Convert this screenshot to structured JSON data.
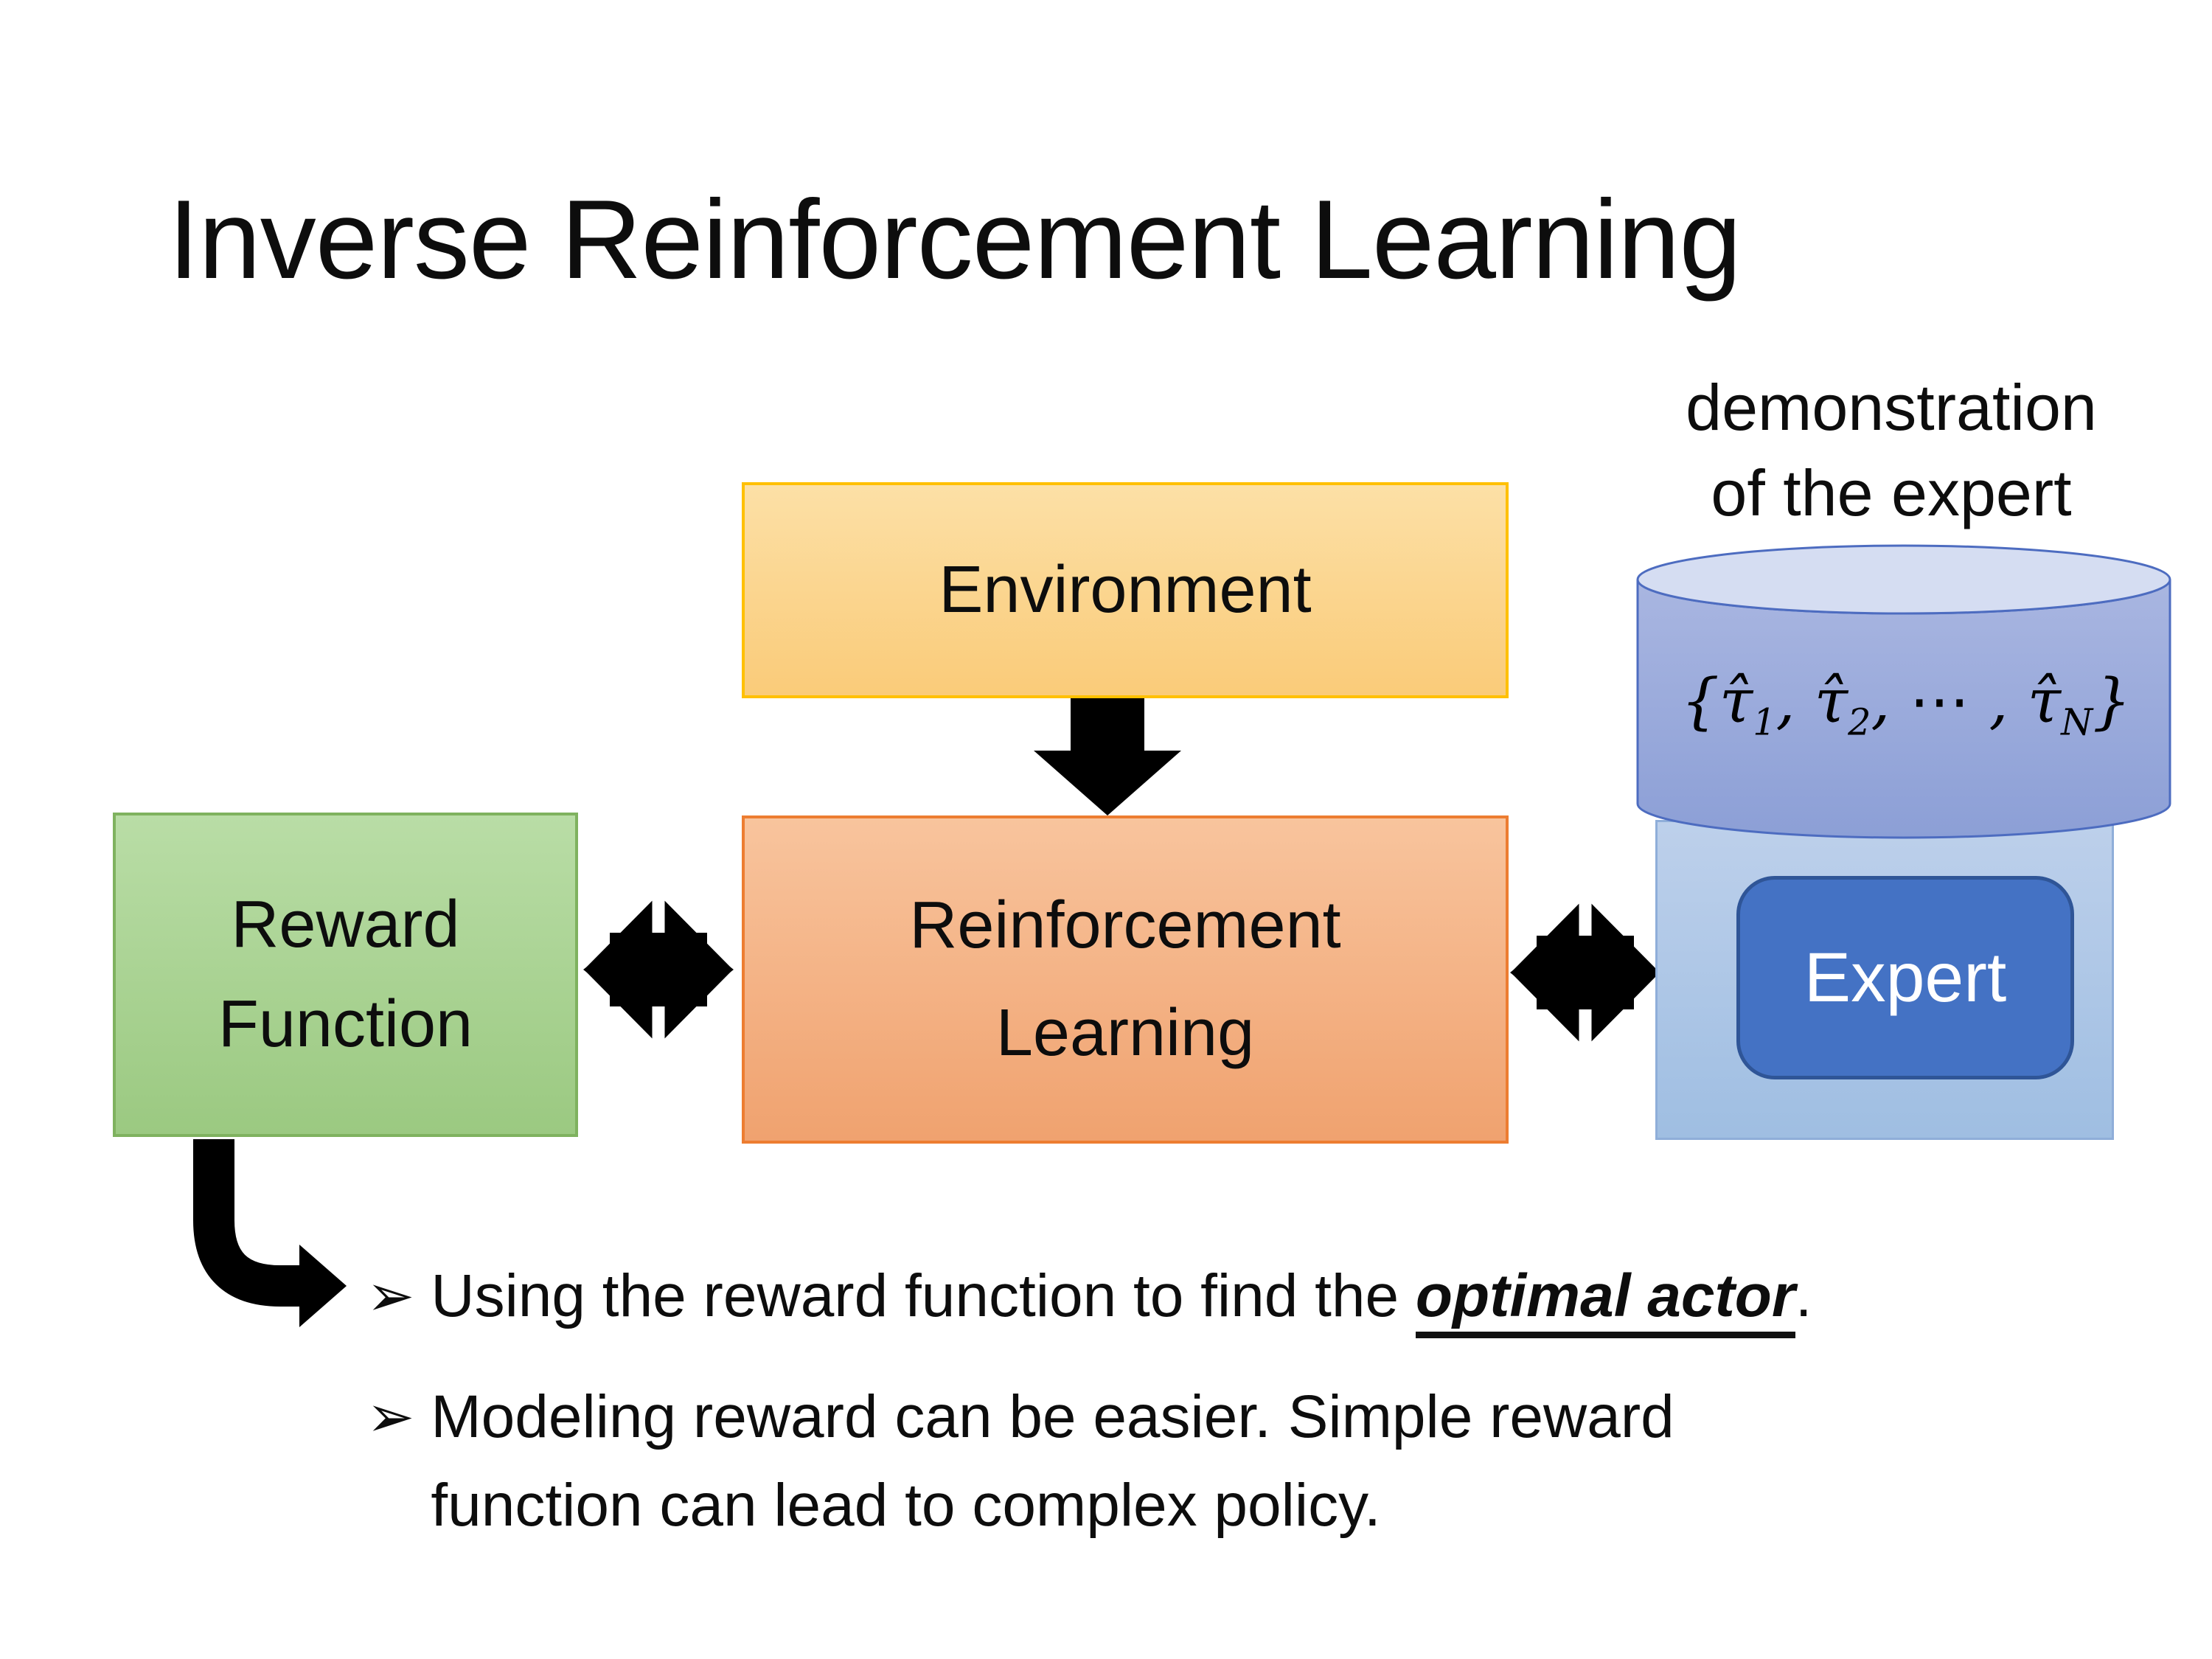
{
  "slide": {
    "title": "Inverse Reinforcement Learning",
    "demo_label": {
      "line1": "demonstration",
      "line2": "of the expert"
    },
    "boxes": {
      "environment": {
        "label": "Environment"
      },
      "reward": {
        "line1": "Reward",
        "line2": "Function"
      },
      "rl": {
        "line1": "Reinforcement",
        "line2": "Learning"
      },
      "expert": {
        "label": "Expert"
      }
    },
    "formula": {
      "open": "{",
      "tau1": "τ̂",
      "sub1": "1",
      "sep1": ", ",
      "tau2": "τ̂",
      "sub2": "2",
      "sep2": ", ⋯ , ",
      "tau3": "τ̂",
      "sub3": "N",
      "close": "}"
    },
    "bullets": {
      "marker": "➢",
      "item1": {
        "pre": "Using the reward function to find the ",
        "emphasis": "optimal actor",
        "post": "."
      },
      "item2": {
        "line1": "Modeling reward can be easier. Simple reward",
        "line2": "function can lead to complex policy."
      }
    },
    "colors": {
      "environment_fill": "#FACB79",
      "environment_border": "#FFC000",
      "reward_fill": "#A9D18E",
      "reward_border": "#7FB25F",
      "rl_fill": "#F4B183",
      "rl_border": "#ED7D31",
      "expert_outer_fill": "#AFC8E7",
      "expert_button_fill": "#4472C4",
      "expert_button_border": "#2F5597",
      "cylinder_fill": "#98A9DA",
      "cylinder_top_fill": "#D5DDF2",
      "cylinder_stroke": "#4D6CC0",
      "arrow": "#000000"
    }
  }
}
